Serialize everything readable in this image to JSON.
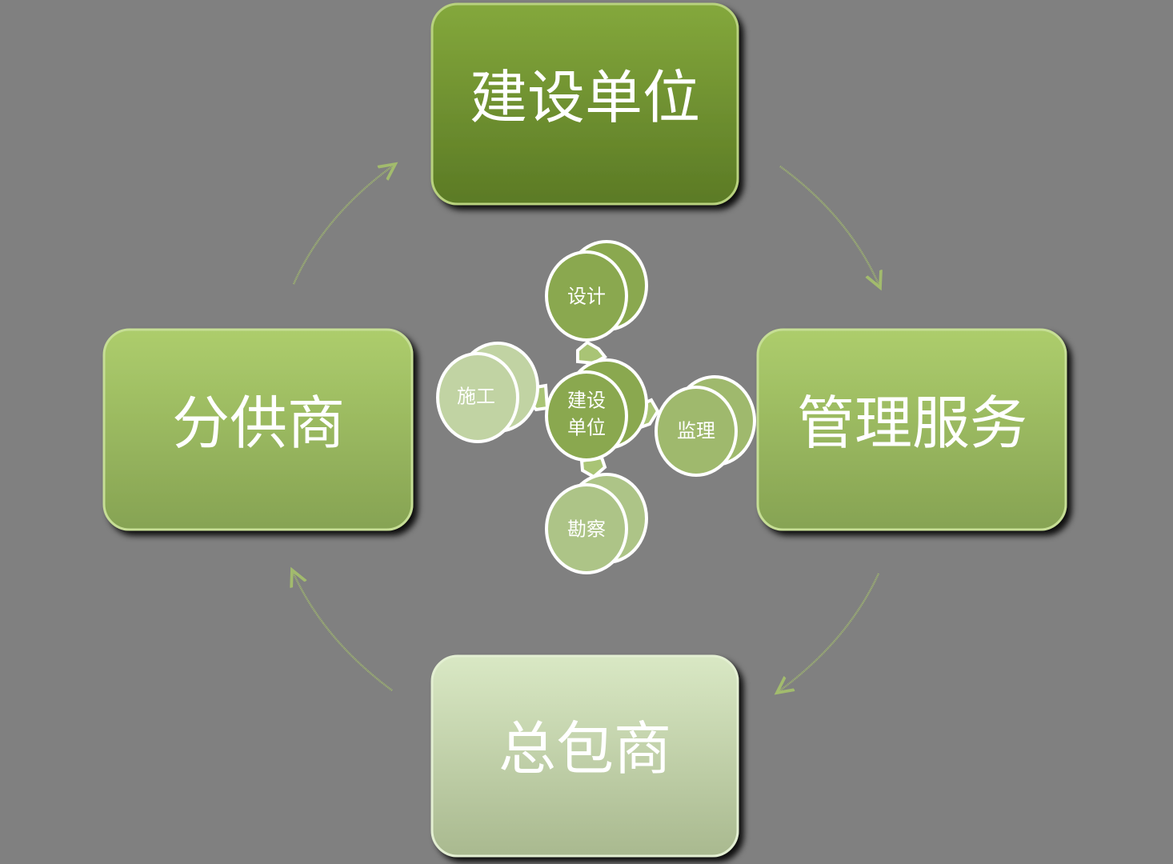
{
  "boxes": {
    "top": "建设单位",
    "left": "分供商",
    "right": "管理服务",
    "bottom": "总包商"
  },
  "center": {
    "line1": "建设",
    "line2": "单位",
    "satellites": {
      "top": "设计",
      "left": "施工",
      "right": "监理",
      "bottom": "勘察"
    }
  },
  "colors": {
    "background": "#808080",
    "dark_green": "#6f9230",
    "mid_green": "#9dbd5e",
    "pale_green": "#cfe0b6"
  }
}
